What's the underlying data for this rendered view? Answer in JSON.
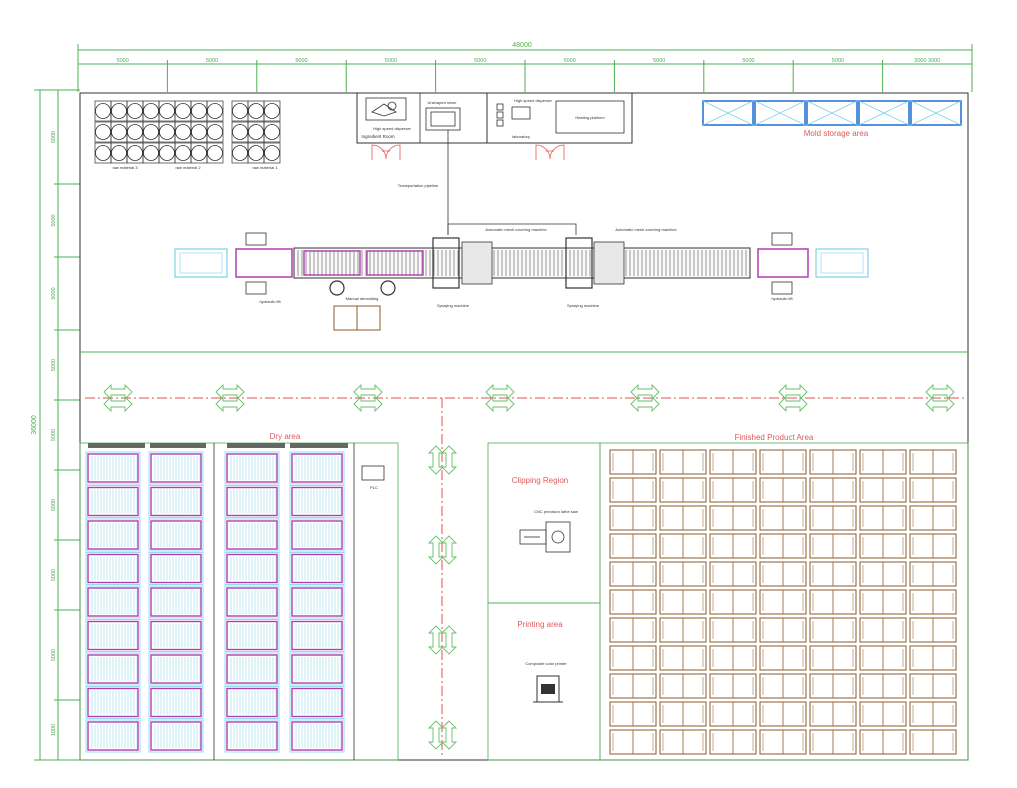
{
  "colors": {
    "dim": "#4caf50",
    "wall": "#333333",
    "red_label": "#e05a5a",
    "magenta": "#b13fb1",
    "cyan": "#7fd3e6",
    "rack": "#8b5a2b",
    "mold_blue": "#1f6fd1",
    "road": "#e05050",
    "arrow": "#66c066",
    "door": "#e85858"
  },
  "dimensions": {
    "total_width": "48000",
    "top_segments": [
      "5000",
      "5000",
      "5000",
      "5000",
      "5000",
      "5000",
      "5000",
      "5000",
      "5000",
      "3000 3000"
    ],
    "total_height": "36000",
    "left_segments": [
      "5000",
      "5000",
      "5000",
      "5000",
      "5000",
      "5000",
      "5000",
      "5000",
      "1000"
    ]
  },
  "areas": {
    "mold_storage": "Mold storage area",
    "dry": "Dry area",
    "finished": "Finished Product Area",
    "clipping": "Clipping Region",
    "printing": "Printing area"
  },
  "labels": {
    "raw_material_3": "raw material 3",
    "raw_material_2": "raw material 2",
    "raw_material_1": "raw material 1",
    "high_speed_disperser_left": "High speed disperser",
    "ingredient_room": "Ingredient Room",
    "unshaped_mixer": "Unshaped mixer",
    "high_speed_disperser_right": "High speed disperser",
    "laboratory": "laboratory",
    "heating_platform": "Heating platform",
    "door_left": "Door",
    "door_right": "Door",
    "transportation_pipeline": "Transportation pipeline",
    "mesh_left": "Automatic mesh covering machine",
    "mesh_right": "Automatic mesh covering machine",
    "hydraulic_lift_left": "hydraulic lift",
    "hydraulic_lift_right": "hydraulic lift",
    "manual_demolding": "Manual demolding",
    "spraying_left": "Spraying machine",
    "spraying_right": "Spraying machine",
    "plc": "PLC",
    "cnc": "CNC precision lathe saw",
    "printer": "Composite color printer"
  }
}
